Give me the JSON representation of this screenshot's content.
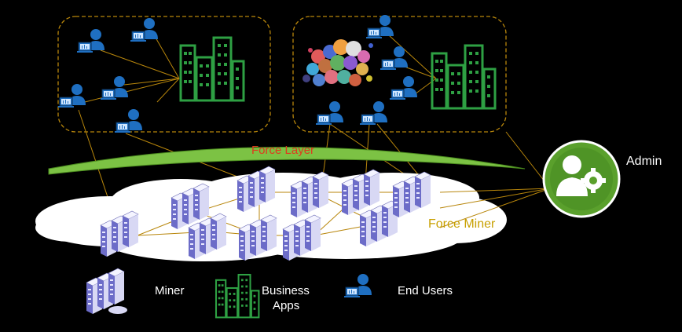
{
  "labels": {
    "force_layer": "Force Layer",
    "force_miner": "Force Miner",
    "admin": "Admin"
  },
  "legend": {
    "miner": "Miner",
    "business_apps_line1": "Business",
    "business_apps_line2": "Apps",
    "end_users": "End Users"
  },
  "colors": {
    "background": "#000000",
    "group_border": "#b8860b",
    "connector": "#b8860b",
    "building": "#2ea043",
    "user": "#1f6fc1",
    "force_layer_text": "#e03a1e",
    "force_miner_text": "#c8a000",
    "admin_circle": "#5aa02c"
  },
  "icons": [
    "user-icon",
    "building-icon",
    "server-icon",
    "crowd-icon",
    "admin-gear-icon",
    "cloud-shape"
  ]
}
